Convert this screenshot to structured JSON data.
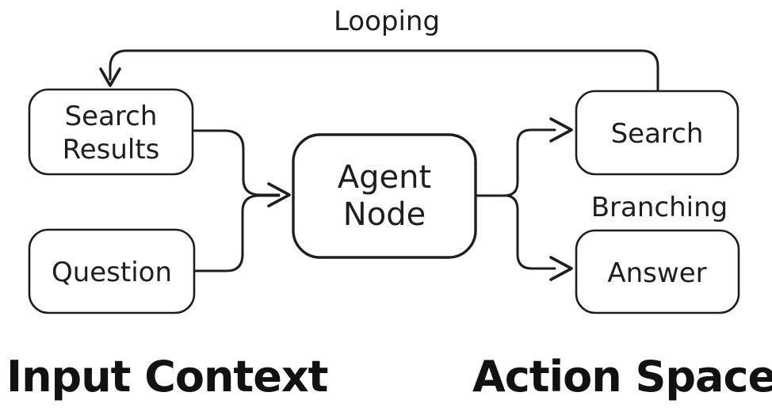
{
  "diagram": {
    "background": "#ffffff",
    "stroke_color": "#1e1e1e",
    "annotations": {
      "looping": "Looping",
      "branching": "Branching"
    },
    "group_labels": {
      "input_context": "Input Context",
      "action_space": "Action Space"
    },
    "nodes": {
      "search_results": {
        "line1": "Search",
        "line2": "Results"
      },
      "question": {
        "label": "Question"
      },
      "agent_node": {
        "line1": "Agent",
        "line2": "Node"
      },
      "search": {
        "label": "Search"
      },
      "answer": {
        "label": "Answer"
      }
    },
    "edges": [
      {
        "from": "Search Results",
        "to": "Agent Node"
      },
      {
        "from": "Question",
        "to": "Agent Node"
      },
      {
        "from": "Agent Node",
        "to": "Search"
      },
      {
        "from": "Agent Node",
        "to": "Answer"
      },
      {
        "from": "Search",
        "to": "Search Results",
        "label": "Looping"
      }
    ]
  }
}
